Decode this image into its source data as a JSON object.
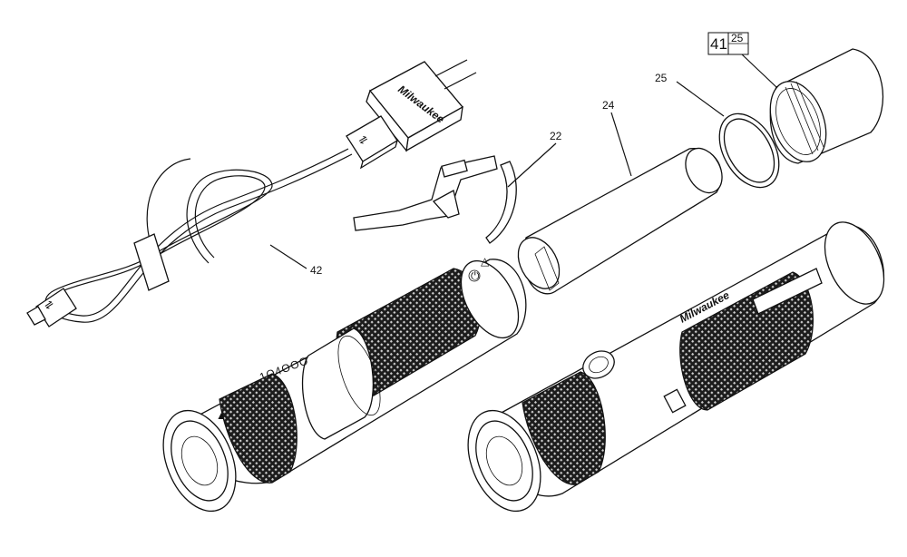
{
  "callouts": [
    {
      "id": "22",
      "text": "22"
    },
    {
      "id": "24",
      "text": "24"
    },
    {
      "id": "25",
      "text": "25"
    },
    {
      "id": "42",
      "text": "42"
    }
  ],
  "boxed_callout": {
    "main": "41",
    "sub": "25"
  },
  "brand_mark": "Milwaukee",
  "dial_markings": "1O4OOO",
  "colors": {
    "line": "#111111",
    "knurl": "#2a2a2a",
    "background": "#ffffff"
  },
  "icons": [
    "usb-icon",
    "warning-icon",
    "power-button-icon"
  ]
}
